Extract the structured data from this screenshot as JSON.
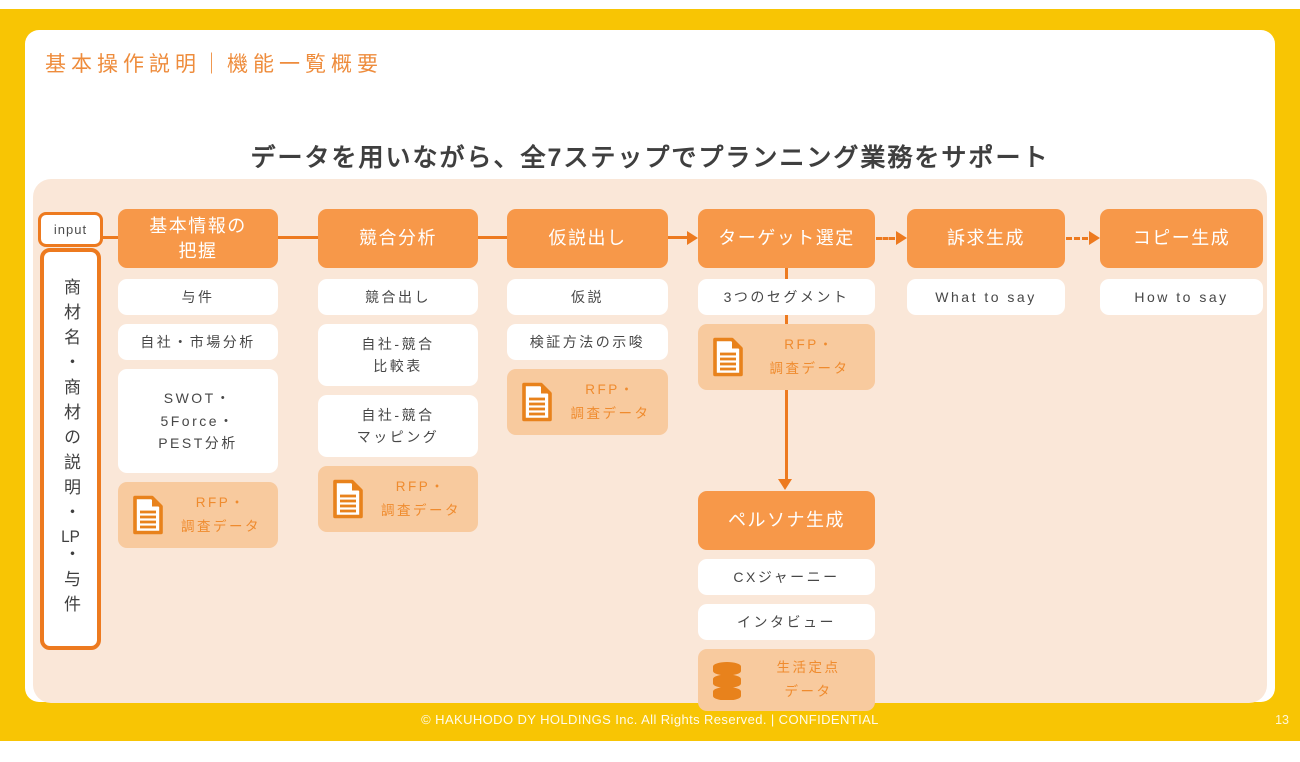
{
  "slide": {
    "title": "基本操作説明｜機能一覧概要",
    "heading": "データを用いながら、全7ステップでプランニング業務をサポート",
    "footer": {
      "copyright": "© HAKUHODO DY HOLDINGS Inc. All Rights Reserved. | CONFIDENTIAL",
      "page_number": "13"
    }
  },
  "colors": {
    "frame_yellow": "#F8C504",
    "accent_orange": "#ED7A1F",
    "step_box_orange": "#F79849",
    "panel_peach": "#FAE7D8",
    "data_card_bg": "#F8CA9E",
    "data_card_text": "#EF8B2E",
    "title_orange": "#EE8C3C",
    "body_text": "#474747"
  },
  "diagram": {
    "input": {
      "label": "input",
      "vertical_text": "商材名・商材の説明・LP・与件",
      "connector_to_first_step": "solid-line"
    },
    "steps": [
      {
        "id": "basic-info",
        "title_lines": [
          "基本情報の",
          "把握"
        ],
        "cards": [
          {
            "type": "plain",
            "lines": [
              "与件"
            ]
          },
          {
            "type": "plain",
            "lines": [
              "自社・市場分析"
            ]
          },
          {
            "type": "plain",
            "lines": [
              "SWOT・",
              "5Force・",
              "PEST分析"
            ]
          },
          {
            "type": "data",
            "icon": "document-icon",
            "lines": [
              "RFP・",
              "調査データ"
            ]
          }
        ],
        "connector_to_next": "solid-line"
      },
      {
        "id": "competitor-analysis",
        "title_lines": [
          "競合分析"
        ],
        "cards": [
          {
            "type": "plain",
            "lines": [
              "競合出し"
            ]
          },
          {
            "type": "plain",
            "lines": [
              "自社-競合",
              "比較表"
            ]
          },
          {
            "type": "plain",
            "lines": [
              "自社-競合",
              "マッピング"
            ]
          },
          {
            "type": "data",
            "icon": "document-icon",
            "lines": [
              "RFP・",
              "調査データ"
            ]
          }
        ],
        "connector_to_next": "solid-line"
      },
      {
        "id": "hypothesis",
        "title_lines": [
          "仮説出し"
        ],
        "cards": [
          {
            "type": "plain",
            "lines": [
              "仮説"
            ]
          },
          {
            "type": "plain",
            "lines": [
              "検証方法の示唆"
            ]
          },
          {
            "type": "data",
            "icon": "document-icon",
            "lines": [
              "RFP・",
              "調査データ"
            ]
          }
        ],
        "connector_to_next": "solid-arrow"
      },
      {
        "id": "target-selection",
        "title_lines": [
          "ターゲット選定"
        ],
        "cards": [
          {
            "type": "plain",
            "lines": [
              "3つのセグメント"
            ]
          },
          {
            "type": "data",
            "icon": "document-icon",
            "lines": [
              "RFP・",
              "調査データ"
            ]
          }
        ],
        "connector_to_next": "dashed-arrow",
        "connector_down": "solid-arrow"
      },
      {
        "id": "appeal-generation",
        "title_lines": [
          "訴求生成"
        ],
        "cards": [
          {
            "type": "plain",
            "lines": [
              "What to say"
            ]
          }
        ],
        "connector_to_next": "dashed-arrow"
      },
      {
        "id": "copy-generation",
        "title_lines": [
          "コピー生成"
        ],
        "cards": [
          {
            "type": "plain",
            "lines": [
              "How to say"
            ]
          }
        ]
      }
    ],
    "persona": {
      "id": "persona-generation",
      "title_lines": [
        "ペルソナ生成"
      ],
      "cards": [
        {
          "type": "plain",
          "lines": [
            "CXジャーニー"
          ]
        },
        {
          "type": "plain",
          "lines": [
            "インタビュー"
          ]
        },
        {
          "type": "data",
          "icon": "database-icon",
          "lines": [
            "生活定点",
            "データ"
          ]
        }
      ]
    }
  }
}
